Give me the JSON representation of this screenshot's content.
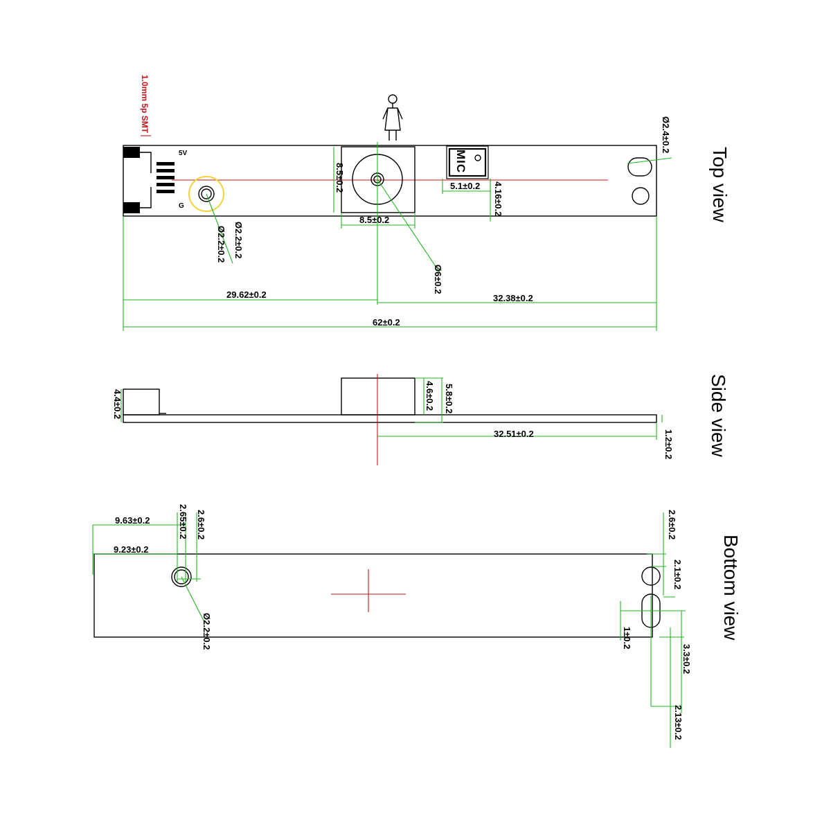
{
  "views": {
    "top": "Top view",
    "side": "Side  view",
    "bottom": "Bottom view"
  },
  "connector_label": "1.0mm 5p SMT",
  "pin_5v": "5V",
  "pin_g": "G",
  "mic_label": "MIC",
  "dims": {
    "d24": "Ø2.4±0.2",
    "d85v": "8.5±0.2",
    "d85h": "8.5±0.2",
    "d51": "5.1±0.2",
    "d416": "4.16±0.2",
    "d22a": "Ø2.2±0.2",
    "d22b": "Ø2.2±0.2",
    "d6": "Ø6±0.2",
    "d2962": "29.62±0.2",
    "d3238": "32.38±0.2",
    "d62": "62±0.2",
    "d44": "4.4±0.2",
    "d46": "4.6±0.2",
    "d58": "5.8±0.2",
    "d3251": "32.51±0.2",
    "d12": "1.2±0.2",
    "d963": "9.63±0.2",
    "d923": "9.23±0.2",
    "d265": "2.65±0.2",
    "d26a": "2.6±0.2",
    "d22c": "Ø2.2±0.2",
    "d26b": "2.6±0.2",
    "d21": "2.1±0.2",
    "d1": "1±0.2",
    "d33": "3.3±0.2",
    "d213": "2.13±0.2"
  },
  "colors": {
    "outline": "#000000",
    "dimension": "#22b522",
    "centerline": "#c0161a",
    "highlight": "#f2d23a"
  }
}
